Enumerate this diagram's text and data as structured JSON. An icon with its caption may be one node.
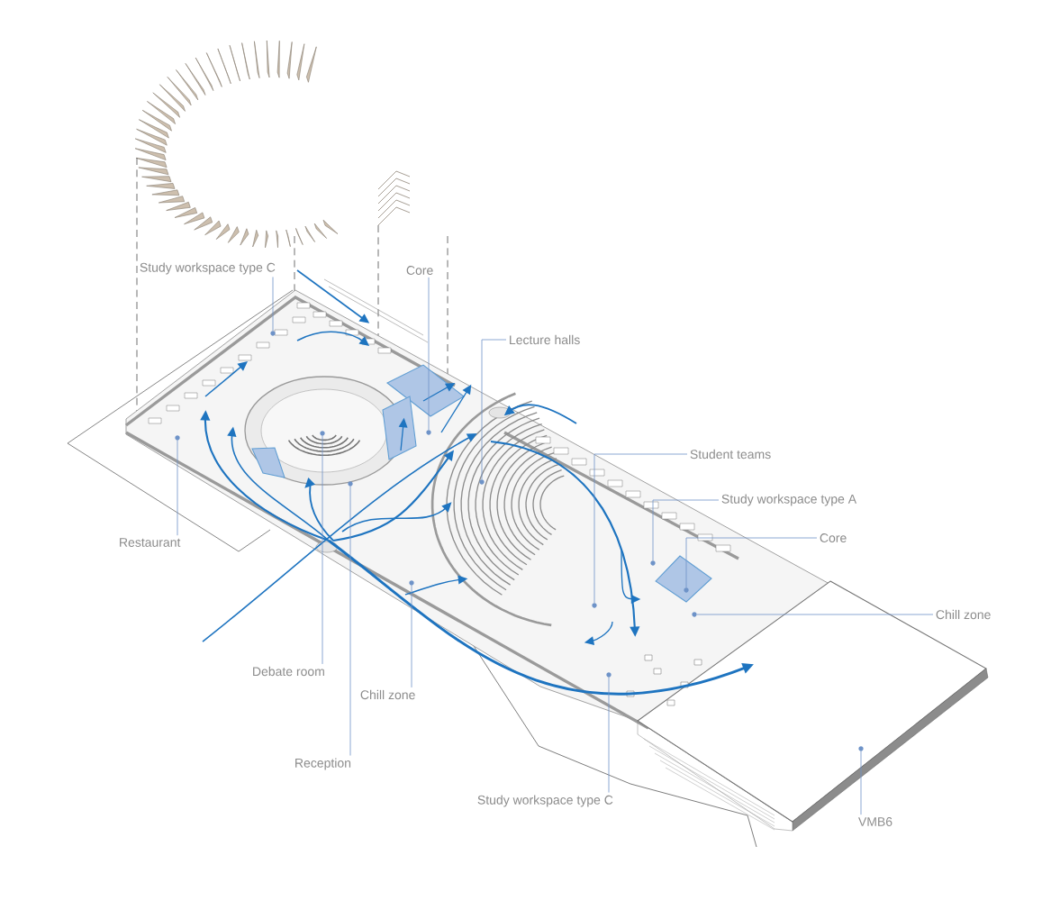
{
  "diagram": {
    "nodes": [
      {
        "text": [
          "Study workspace type C"
        ]
      },
      {
        "text": [
          "Core"
        ]
      },
      {
        "text": [
          "Lecture halls"
        ]
      },
      {
        "text": [
          "Student teams"
        ]
      },
      {
        "text": [
          "Study workspace type A"
        ]
      },
      {
        "text": [
          "Core"
        ]
      },
      {
        "text": [
          "Chill zone"
        ]
      },
      {
        "text": [
          "Restaurant"
        ]
      },
      {
        "text": [
          "Debate room"
        ]
      },
      {
        "text": [
          "Chill zone"
        ]
      },
      {
        "text": [
          "Reception"
        ]
      },
      {
        "text": [
          "Study workspace type C"
        ]
      },
      {
        "text": [
          "VMB6"
        ]
      },
      {
        "text": [],
        "shape": "circle"
      },
      {
        "text": [],
        "shape": "circle"
      },
      {
        "text": [],
        "shape": "circle"
      },
      {
        "text": [],
        "shape": "circle"
      },
      {
        "text": [],
        "shape": "circle"
      },
      {
        "text": [],
        "shape": "circle"
      },
      {
        "text": [],
        "shape": "circle"
      },
      {
        "text": [],
        "shape": "circle"
      },
      {
        "text": [],
        "shape": "circle"
      },
      {
        "text": [],
        "shape": "circle"
      },
      {
        "text": [],
        "shape": "circle"
      },
      {
        "text": [],
        "shape": "circle"
      },
      {
        "text": [],
        "shape": "circle"
      }
    ],
    "edges": [
      {
        "from": 0,
        "to": 13,
        "arrow": "none"
      },
      {
        "from": 1,
        "to": 14,
        "arrow": "none"
      },
      {
        "from": 2,
        "to": 15,
        "arrow": "none"
      },
      {
        "from": 3,
        "to": 16,
        "arrow": "none"
      },
      {
        "from": 4,
        "to": 17,
        "arrow": "none"
      },
      {
        "from": 5,
        "to": 18,
        "arrow": "none"
      },
      {
        "from": 6,
        "to": 19,
        "arrow": "none"
      },
      {
        "from": 7,
        "to": 20,
        "arrow": "none"
      },
      {
        "from": 8,
        "to": 21,
        "arrow": "none"
      },
      {
        "from": 9,
        "to": 22,
        "arrow": "none"
      },
      {
        "from": 10,
        "to": 23,
        "arrow": "none"
      },
      {
        "from": 11,
        "to": 24,
        "arrow": "none"
      },
      {
        "from": 12,
        "to": 25,
        "arrow": "none"
      }
    ]
  }
}
